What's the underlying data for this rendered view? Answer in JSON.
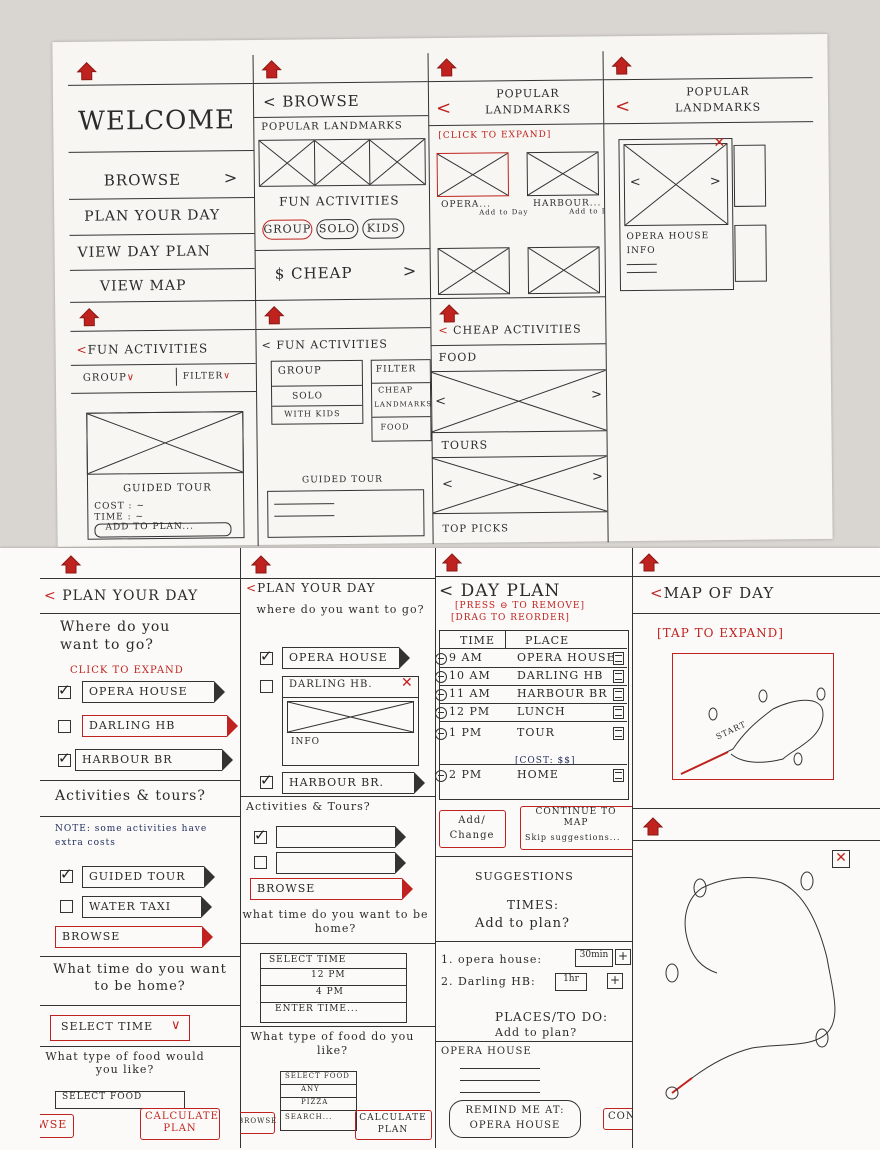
{
  "welcome": {
    "title": "WELCOME",
    "items": [
      "BROWSE",
      "PLAN YOUR DAY",
      "VIEW DAY PLAN",
      "VIEW MAP"
    ]
  },
  "browse": {
    "back": "BROWSE",
    "popular": "POPULAR LANDMARKS",
    "fun": "FUN ACTIVITIES",
    "tags": [
      "GROUP",
      "SOLO",
      "KIDS"
    ],
    "cheap": "$ CHEAP"
  },
  "landmarks": {
    "title": "POPULAR LANDMARKS",
    "hint": "[CLICK TO EXPAND]",
    "cards": [
      {
        "name": "OPERA...",
        "add": "Add to Day"
      },
      {
        "name": "HARBOUR...",
        "add": "Add to Day"
      }
    ]
  },
  "landmark_detail": {
    "title": "POPULAR LANDMARKS",
    "name": "OPERA HOUSE",
    "info": "INFO"
  },
  "fun1": {
    "title": "FUN ACTIVITIES",
    "group": "GROUP",
    "filter": "FILTER",
    "card": "GUIDED TOUR",
    "cost": "COST : ~",
    "time": "TIME : ~",
    "add": "ADD TO PLAN..."
  },
  "fun2": {
    "title": "FUN ACTIVITIES",
    "group": "GROUP",
    "group_opts": [
      "SOLO",
      "WITH KIDS"
    ],
    "filter": "FILTER",
    "filter_opts": [
      "CHEAP",
      "LANDMARKS",
      "FOOD"
    ],
    "card": "GUIDED TOUR"
  },
  "cheap": {
    "title": "CHEAP ACTIVITIES",
    "sections": [
      "FOOD",
      "TOURS",
      "TOP PICKS"
    ]
  },
  "plan1": {
    "title": "PLAN YOUR DAY",
    "question": "Where do you want to go?",
    "hint": "CLICK TO EXPAND",
    "places": [
      {
        "name": "OPERA HOUSE",
        "checked": true
      },
      {
        "name": "DARLING HB",
        "checked": false
      },
      {
        "name": "HARBOUR BR",
        "checked": true
      }
    ],
    "activities": "Activities & tours?",
    "note": "NOTE: some activities have extra costs",
    "tours": [
      {
        "name": "GUIDED TOUR",
        "checked": true
      },
      {
        "name": "WATER TAXI",
        "checked": false
      }
    ],
    "browse": "BROWSE",
    "home_q": "What time do you want to be home?",
    "select_time": "SELECT TIME",
    "food_q": "What type of food would you like?",
    "select_food": "SELECT FOOD",
    "nav_left": "BROWSE",
    "nav_right": "CALCULATE PLAN"
  },
  "plan2": {
    "title": "PLAN YOUR DAY",
    "question": "where do you want to go?",
    "places": [
      "OPERA HOUSE",
      "DARLING HB.",
      "HARBOUR BR."
    ],
    "info": "INFO",
    "activities": "Activities & Tours?",
    "browse": "BROWSE",
    "home_q": "what time do you want to be home?",
    "time_opts": [
      "SELECT TIME",
      "12 PM",
      "4 PM",
      "ENTER TIME..."
    ],
    "food_q": "What type of food do you like?",
    "food_opts": [
      "SELECT FOOD",
      "ANY",
      "PIZZA",
      "SEARCH..."
    ],
    "nav_left": "BROWSE",
    "nav_right": "CALCULATE PLAN"
  },
  "dayplan": {
    "title": "DAY PLAN",
    "hint1": "[PRESS ⊖ TO REMOVE]",
    "hint2": "[DRAG TO REORDER]",
    "cols": [
      "TIME",
      "PLACE"
    ],
    "rows": [
      {
        "time": "9 AM",
        "place": "OPERA HOUSE"
      },
      {
        "time": "10 AM",
        "place": "DARLING HB"
      },
      {
        "time": "11 AM",
        "place": "HARBOUR BR"
      },
      {
        "time": "12 PM",
        "place": "LUNCH"
      },
      {
        "time": "1 PM",
        "place": "TOUR"
      },
      {
        "time": "2 PM",
        "place": "HOME"
      }
    ],
    "tour_cost": "[COST: $$]",
    "btn_add": "Add/ Change",
    "btn_continue": "CONTINUE TO MAP",
    "btn_skip": "Skip suggestions...",
    "suggestions": "SUGGESTIONS",
    "times": "TIMES:",
    "add_q": "Add to plan?",
    "sugg_rows": [
      {
        "label": "1. opera house:",
        "val": "30min"
      },
      {
        "label": "2. Darling HB:",
        "val": "1hr"
      }
    ],
    "places_q": "PLACES/TO DO:",
    "places_add": "Add to plan?",
    "place_name": "OPERA HOUSE",
    "remind": "REMIND ME AT: OPERA HOUSE",
    "continue": "CONTINUE"
  },
  "map": {
    "title": "MAP OF DAY",
    "hint": "[TAP TO EXPAND]",
    "start": "START"
  }
}
